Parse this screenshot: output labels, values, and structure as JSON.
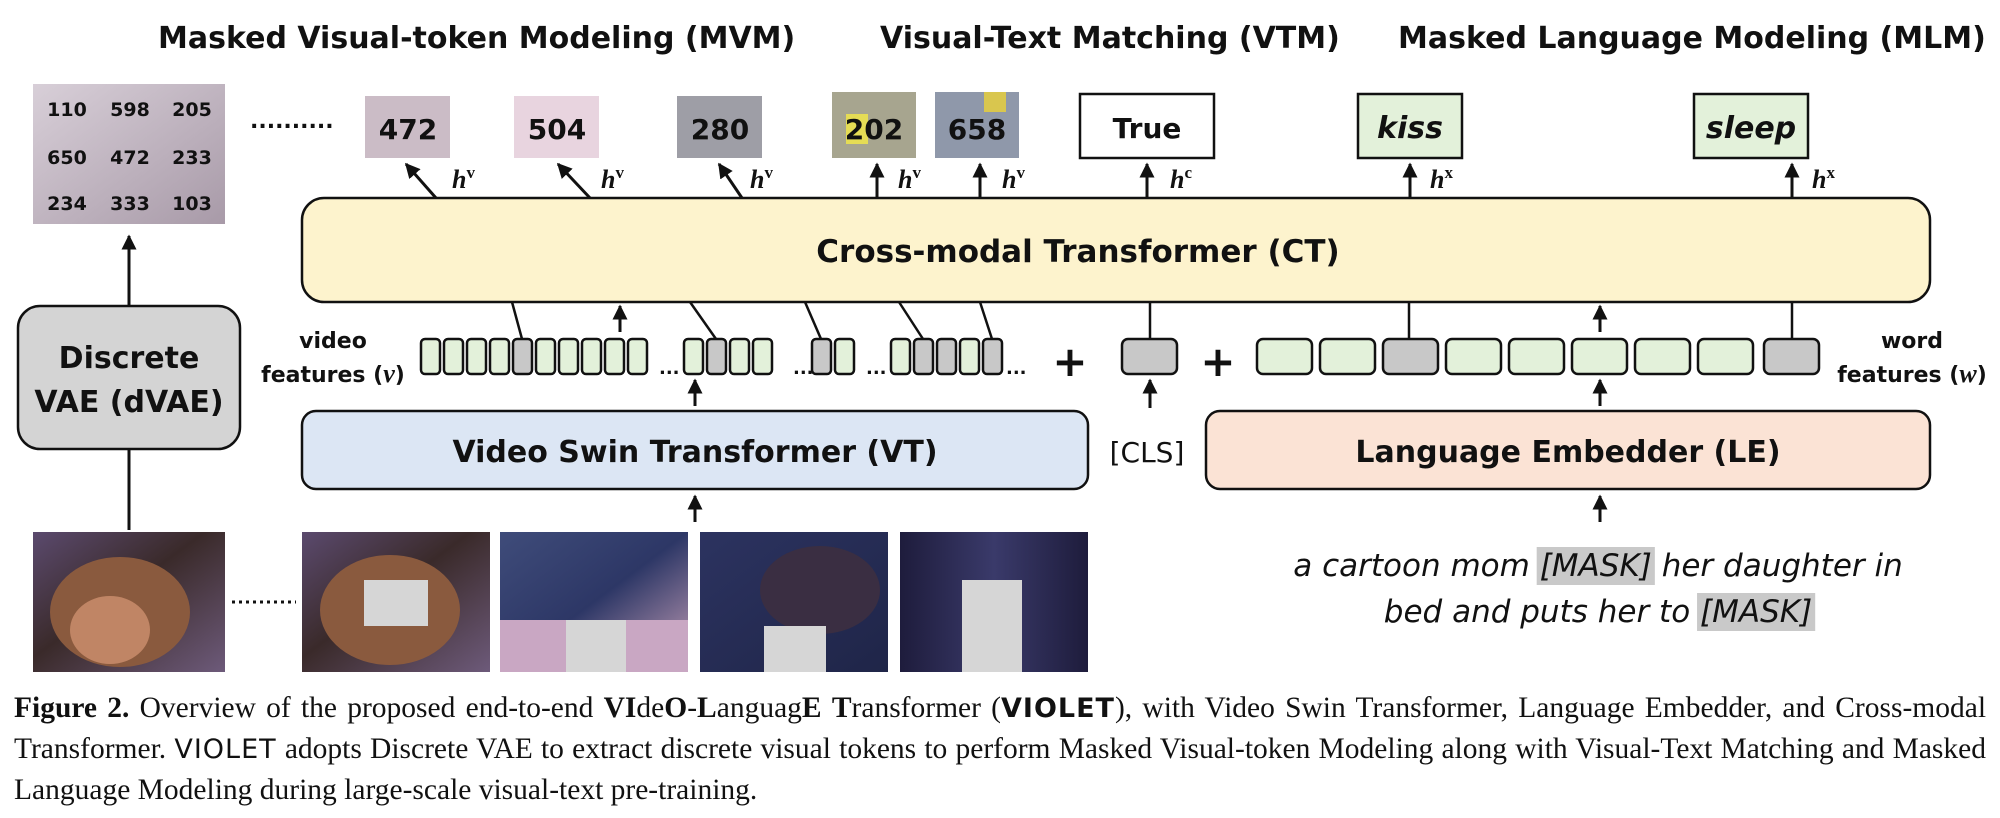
{
  "headers": {
    "mvm": "Masked Visual-token Modeling (MVM)",
    "vtm": "Visual-Text Matching (VTM)",
    "mlm": "Masked Language Modeling (MLM)"
  },
  "token_grid": [
    "110",
    "598",
    "205",
    "650",
    "472",
    "233",
    "234",
    "333",
    "103"
  ],
  "dots": "..........",
  "visual_tokens": [
    "472",
    "504",
    "280",
    "202",
    "658"
  ],
  "match_label": "True",
  "masked_words": [
    "kiss",
    "sleep"
  ],
  "h_labels": {
    "v": "h",
    "v_sup": "v",
    "c": "h",
    "c_sup": "c",
    "x": "h",
    "x_sup": "x"
  },
  "modules": {
    "ct": "Cross-modal Transformer (CT)",
    "dvae_line1": "Discrete",
    "dvae_line2": "VAE (dVAE)",
    "vt": "Video Swin Transformer (VT)",
    "le": "Language Embedder (LE)",
    "cls": "[CLS]"
  },
  "feature_labels": {
    "video_line1": "video",
    "video_line2": "features (",
    "video_sym": "v",
    "video_close": ")",
    "word_line1": "word",
    "word_line2": "features (",
    "word_sym": "w",
    "word_close": ")"
  },
  "plus": "+",
  "ellipsis": "...",
  "sentence": {
    "line1_a": "a cartoon mom ",
    "mask": "[MASK]",
    "line1_b": " her daughter in",
    "line2_a": "bed and puts her to "
  },
  "caption": {
    "fig": "Figure 2.",
    "t1": " Overview of the proposed end-to-end ",
    "vi": "VI",
    "de": "de",
    "o": "O",
    "dash": "-",
    "l": "L",
    "anguag": "anguag",
    "e": "E",
    "t": "T",
    "ransformer": "ransformer (",
    "violet": "VIOLET",
    "t2": "), with Video Swin Transformer, Language Embedder, and Cross-modal Transformer. ",
    "t3": " adopts Discrete VAE to extract discrete visual tokens to perform Masked Visual-token Modeling along with Visual-Text Matching and Masked Language Modeling during large-scale visual-text pre-training."
  },
  "colors": {
    "ct_fill": "#fdf3cd",
    "vt_fill": "#dce6f4",
    "le_fill": "#fbe3d5",
    "dvae_fill": "#d4d4d4",
    "word_fill": "#e3f1da",
    "gray_token": "#c8c8c8",
    "mask_highlight": "#c9c9c9"
  }
}
